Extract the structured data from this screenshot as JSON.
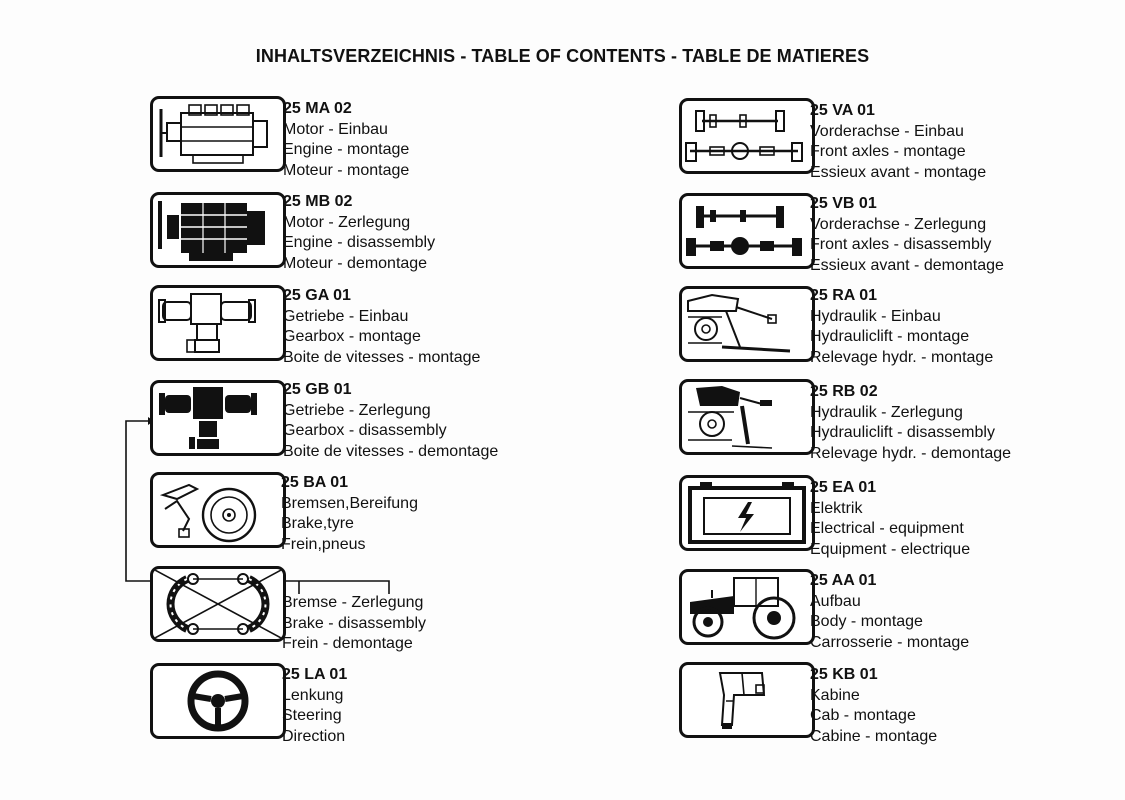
{
  "title": "INHALTSVERZEICHNIS - TABLE OF CONTENTS - TABLE DE MATIERES",
  "left": [
    {
      "code": "25 MA 02",
      "lines": [
        "Motor - Einbau",
        "Engine - montage",
        "Moteur - montage"
      ],
      "icon": "engine-icon"
    },
    {
      "code": "25 MB 02",
      "lines": [
        "Motor - Zerlegung",
        "Engine - disassembly",
        "Moteur - demontage"
      ],
      "icon": "engine-disassembly-icon"
    },
    {
      "code": "25 GA 01",
      "lines": [
        "Getriebe - Einbau",
        "Gearbox - montage",
        "Boite de vitesses - montage"
      ],
      "icon": "gearbox-icon"
    },
    {
      "code": "25 GB 01",
      "lines": [
        "Getriebe - Zerlegung",
        "Gearbox - disassembly",
        "Boite de vitesses - demontage"
      ],
      "icon": "gearbox-disassembly-icon"
    },
    {
      "code": "25 BA 01",
      "lines": [
        "Bremsen,Bereifung",
        "Brake,tyre",
        "Frein,pneus"
      ],
      "icon": "brake-tyre-icon"
    },
    {
      "code": "",
      "lines": [
        "Bremse - Zerlegung",
        "Brake - disassembly",
        "Frein - demontage"
      ],
      "icon": "brake-shoe-crossed-icon"
    },
    {
      "code": "25 LA 01",
      "lines": [
        "Lenkung",
        "Steering",
        "Direction"
      ],
      "icon": "steering-wheel-icon"
    }
  ],
  "right": [
    {
      "code": "25 VA 01",
      "lines": [
        "Vorderachse - Einbau",
        "Front axles - montage",
        "Essieux avant - montage"
      ],
      "icon": "front-axle-icon"
    },
    {
      "code": "25 VB 01",
      "lines": [
        "Vorderachse - Zerlegung",
        "Front axles - disassembly",
        "Essieux avant - demontage"
      ],
      "icon": "front-axle-disassembly-icon"
    },
    {
      "code": "25 RA 01",
      "lines": [
        "Hydraulik - Einbau",
        "Hydrauliclift - montage",
        "Relevage hydr. - montage"
      ],
      "icon": "hydraulic-lift-icon"
    },
    {
      "code": "25 RB 02",
      "lines": [
        "Hydraulik - Zerlegung",
        "Hydrauliclift - disassembly",
        "Relevage hydr. - demontage"
      ],
      "icon": "hydraulic-disassembly-icon"
    },
    {
      "code": "25 EA 01",
      "lines": [
        "Elektrik",
        "Electrical - equipment",
        "Equipment - electrique"
      ],
      "icon": "battery-lightning-icon"
    },
    {
      "code": "25 AA 01",
      "lines": [
        "Aufbau",
        "Body - montage",
        "Carrosserie - montage"
      ],
      "icon": "tractor-icon"
    },
    {
      "code": "25 KB 01",
      "lines": [
        "Kabine",
        "Cab - montage",
        "Cabine - montage"
      ],
      "icon": "cab-frame-icon"
    }
  ]
}
